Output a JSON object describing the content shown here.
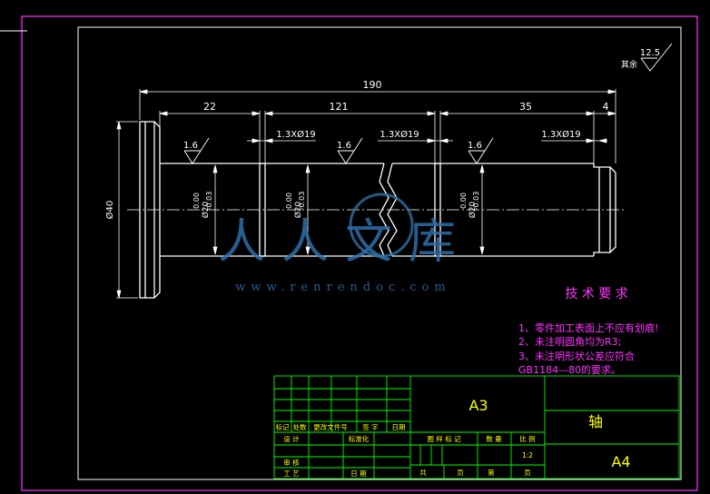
{
  "colors": {
    "background": "#000000",
    "border": "#ff33ff",
    "outline": "#ffffff",
    "dimension": "#ffffff",
    "center_line": "#ffffff",
    "title_block": "#00ff00",
    "title_text": "#ffff00",
    "notes_text": "#ff33ff",
    "watermark": "#2e6fa8"
  },
  "dimensions": {
    "total_length": "190",
    "left_segment": "22",
    "middle_segment": "121",
    "right_segment": "35",
    "end_segment": "4",
    "groove_left": "1.3XØ19",
    "groove_middle": "1.3XØ19",
    "groove_right": "1.3XØ19",
    "flange_diameter": "Ø40",
    "shaft_diameter_1": "Ø20",
    "shaft_diameter_2": "Ø20",
    "shaft_diameter_3": "Ø20",
    "tolerance_upper": "0.00",
    "tolerance_lower": "-0.03"
  },
  "roughness": {
    "symbol_1": "1.6",
    "symbol_2": "1.6",
    "symbol_3": "1.6",
    "general_value": "12.5",
    "general_label": "其余"
  },
  "watermark": {
    "text": "人人文库",
    "url": "www.renrendoc.com"
  },
  "tech_requirements": {
    "title": "技 术 要 求",
    "items": [
      "1、零件加工表面上不应有划痕!",
      "2、未注明圆角均为R3;",
      "3、未注明形状公差应符合",
      "GB1184—80的要求。"
    ]
  },
  "title_block": {
    "paper_size_center": "A3",
    "part_name": "轴",
    "paper_size": "A4",
    "revision_headers": [
      "标记",
      "处数",
      "更改文件号",
      "签 字",
      "日期"
    ],
    "design": "设 计",
    "standardization": "标准化",
    "review": "审 核",
    "process": "工 艺",
    "date": "日 期",
    "stage_mark": "图 样 标 记",
    "quantity": "数 量",
    "scale": "比 例",
    "scale_value": "1:2",
    "total": "共",
    "sheet": "页",
    "number": "第",
    "sheet_end": "页"
  }
}
